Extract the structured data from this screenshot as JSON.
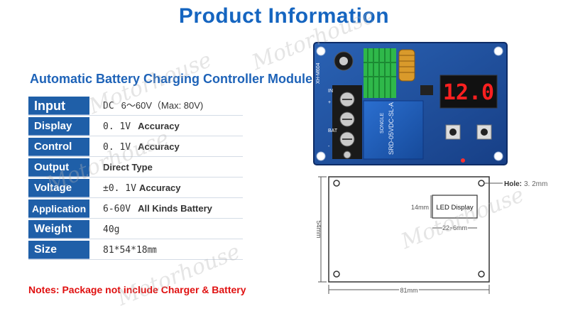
{
  "header": {
    "title": "Product Information"
  },
  "product": {
    "subtitle": "Automatic Battery Charging Controller Module"
  },
  "specs": [
    {
      "label": "Input",
      "value1": "DC",
      "value2": "6～60V（Max: 80V)"
    },
    {
      "label": "Display",
      "value1": "0. 1V",
      "value2": "Accuracy"
    },
    {
      "label": "Control",
      "value1": "0. 1V",
      "value2": "Accuracy"
    },
    {
      "label": "Output",
      "value1": "",
      "value2": "Direct Type"
    },
    {
      "label": "Voltage",
      "value1": "±0. 1V",
      "value2": "Accuracy"
    },
    {
      "label": "Application",
      "value1": "6-60V",
      "value2": "All Kinds Battery"
    },
    {
      "label": "Weight",
      "value1": "40g",
      "value2": ""
    },
    {
      "label": "Size",
      "value1": "81*54*18㎜",
      "value2": ""
    }
  ],
  "board": {
    "display_reading": "12.0",
    "model_text": "XH-M604",
    "relay_text": "SRD-05VDC-SL-A",
    "relay_brand": "SONGLE",
    "terminal_labels": [
      "IN",
      "+",
      "BAT",
      "-"
    ]
  },
  "diagram": {
    "hole_label": "Hole:",
    "hole_value": "3. 2mm",
    "led_label": "LED Display",
    "led_height": "14mm",
    "led_width": "22. 6mm",
    "board_height": "54mm",
    "board_width": "81mm"
  },
  "notes": "Notes: Package not include Charger & Battery",
  "watermark": "Motorhouse",
  "colors": {
    "title": "#1565c0",
    "label_bg": "#1f5fa8",
    "notes": "#e01010",
    "pcb": "#1f4f9a",
    "led_digits": "#ff2020"
  }
}
